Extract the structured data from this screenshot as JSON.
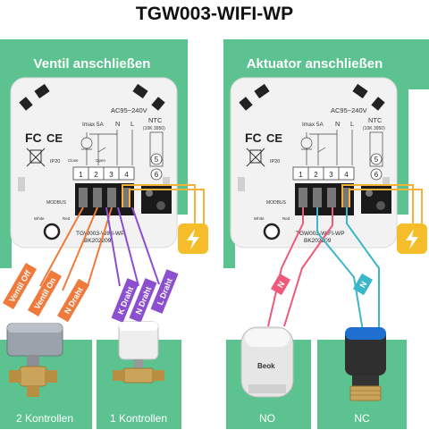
{
  "title": "TGW003-WIFI-WP",
  "colors": {
    "green": "#5bc290",
    "orange": "#f07a3c",
    "purple": "#8b4fd0",
    "pink": "#ee5a7c",
    "cyan": "#3ab7c9",
    "wire_yellow": "#f2b23a",
    "power_yellow": "#f5bd2a",
    "device_white": "#f2f2f2"
  },
  "left_panel": {
    "heading": "Ventil anschließen",
    "device": {
      "voltage": "AC95~240V",
      "imax": "Imax 5A",
      "n": "N",
      "l": "L",
      "ntc": "NTC",
      "ntc_spec": "(10K 3950)",
      "close": "Close",
      "open": "Open",
      "ip": "IP20",
      "terminals": [
        "1",
        "2",
        "3",
        "4"
      ],
      "ntc_terminals": [
        "5",
        "6"
      ],
      "modbus": "MODBUS",
      "modbus_white": "White",
      "modbus_red": "Red",
      "model": "TGW003-WIFI-WP",
      "serial": "BK202209",
      "fc": "FC",
      "ce": "CE"
    },
    "wire_labels": [
      "Ventil Off",
      "Ventil  On",
      "N Draht",
      "K Draht",
      "N Draht",
      "L Draht"
    ],
    "captions": [
      "2 Kontrollen",
      "1 Kontrollen"
    ]
  },
  "right_panel": {
    "heading": "Aktuator anschließen",
    "device": {
      "voltage": "AC95~240V",
      "imax": "Imax 5A",
      "n": "N",
      "l": "L",
      "ntc": "NTC",
      "ntc_spec": "(10K 3950)",
      "ip": "IP20",
      "terminals": [
        "1",
        "2",
        "3",
        "4"
      ],
      "ntc_terminals": [
        "5",
        "6"
      ],
      "modbus": "MODBUS",
      "modbus_white": "White",
      "modbus_red": "Red",
      "model": "TGW003-WIFI-WP",
      "serial": "BK202209",
      "fc": "FC",
      "ce": "CE"
    },
    "wire_labels": [
      "N",
      "N"
    ],
    "actuator_brand": "Beok",
    "captions": [
      "NO",
      "NC"
    ]
  }
}
